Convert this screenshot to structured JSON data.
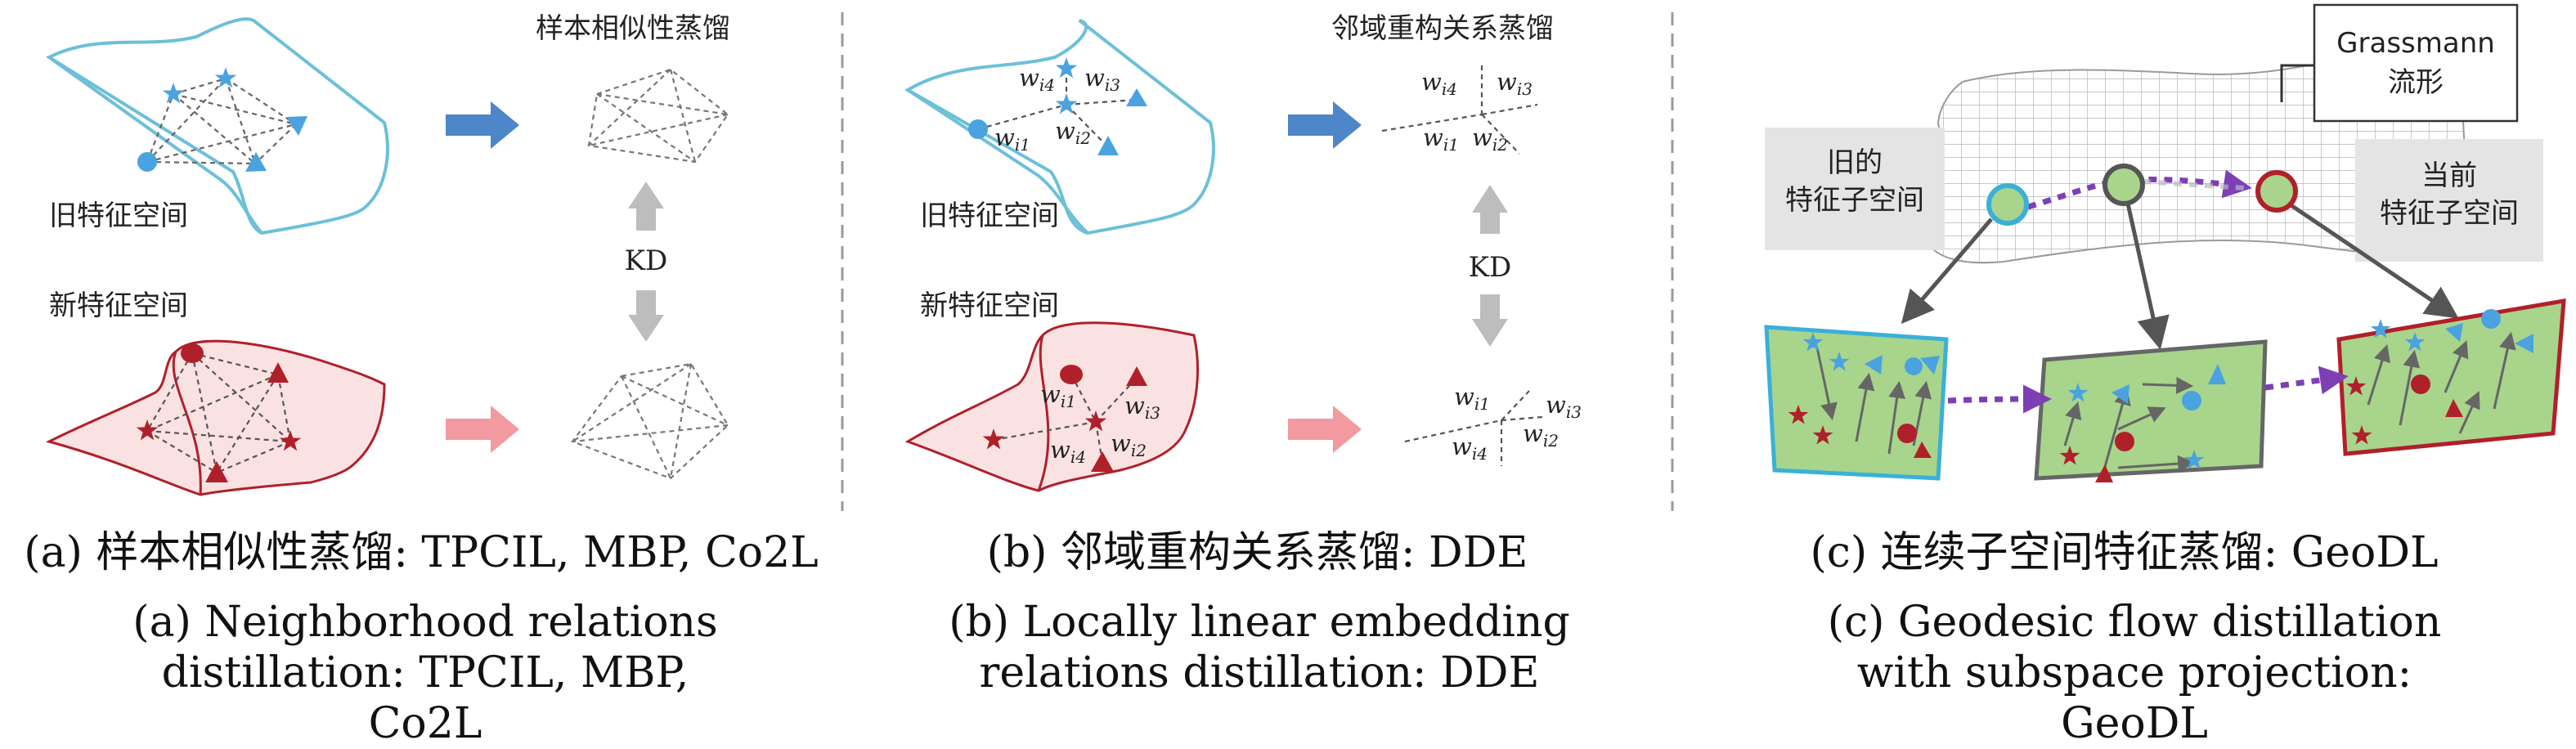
{
  "panel_a": {
    "title": "样本相似性蒸馏",
    "old_space_label": "旧特征空间",
    "new_space_label": "新特征空间",
    "kd_label": "KD",
    "caption_zh": "(a) 样本相似性蒸馏: TPCIL, MBP, Co2L",
    "caption_en": "(a) Neighborhood relations distillation: TPCIL, MBP, Co2L"
  },
  "panel_b": {
    "title": "邻域重构关系蒸馏",
    "old_space_label": "旧特征空间",
    "new_space_label": "新特征空间",
    "kd_label": "KD",
    "weights": [
      "w",
      "i1",
      "i2",
      "i3",
      "i4"
    ],
    "caption_zh": "(b) 邻域重构关系蒸馏: DDE",
    "caption_en": "(b) Locally linear embedding relations distillation: DDE"
  },
  "panel_c": {
    "manifold_label": "Grassmann\n流形",
    "manifold_label_line1": "Grassmann",
    "manifold_label_line2": "流形",
    "old_subspace_line1": "旧的",
    "old_subspace_line2": "特征子空间",
    "current_subspace_line1": "当前",
    "current_subspace_line2": "特征子空间",
    "caption_zh": "(c) 连续子空间特征蒸馏: GeoDL",
    "caption_en": "(c) Geodesic flow distillation with subspace projection: GeoDL"
  },
  "colors": {
    "blue": "#4aa3df",
    "red": "#b0202a",
    "blue_arrow": "#4d86c9",
    "pink_arrow": "#f29a9f",
    "gray_arrow": "#bdbdbd",
    "green_fill": "#a8d48c",
    "purple_path": "#7e3fb5"
  }
}
